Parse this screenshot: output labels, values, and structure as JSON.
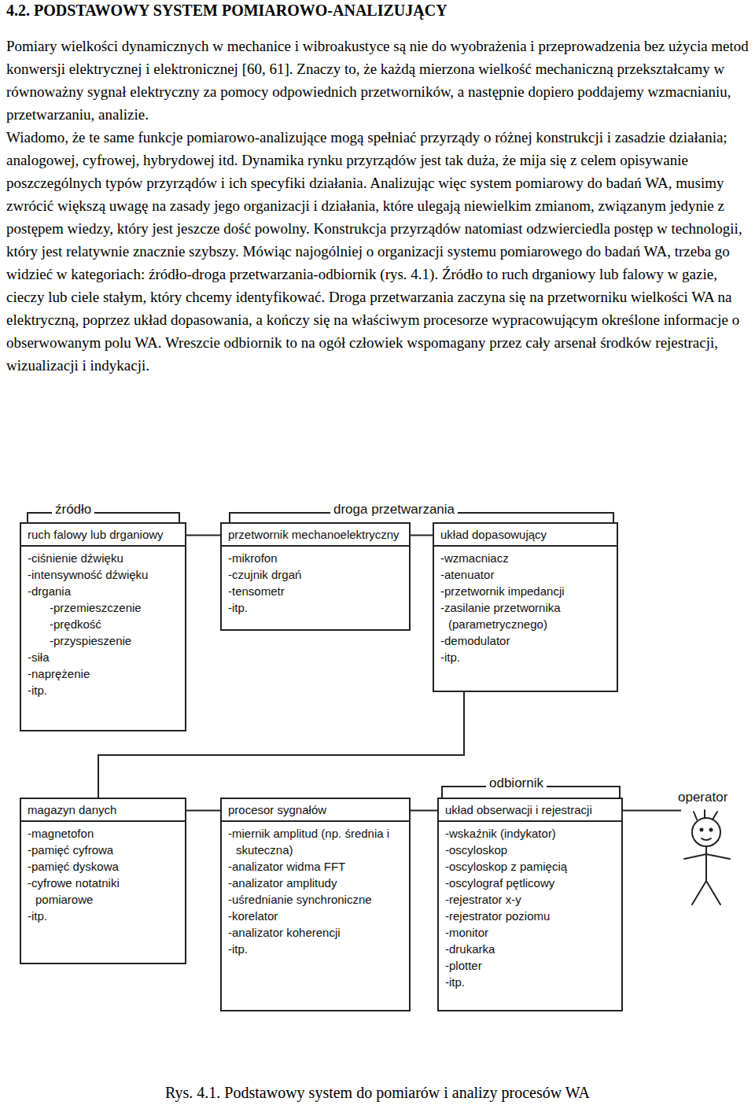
{
  "diagram": {
    "title": "4.2. PODSTAWOWY SYSTEM POMIAROWO-ANALIZUJĄCY",
    "caption": "Rys. 4.1. Podstawowy system do pomiarów i analizy procesów WA",
    "nodes": [
      {
        "text": [
          "ruch falowy lub drganiowy",
          "-ciśnienie dźwięku",
          "-intensywność dźwięku",
          "-drgania",
          "-przemieszczenie",
          "-prędkość",
          "-przyspieszenie",
          "-siła",
          "-naprężenie",
          "-itp."
        ]
      },
      {
        "text": [
          "przetwornik mechanoelektryczny",
          "-mikrofon",
          "-czujnik drgań",
          "-tensometr",
          "-itp."
        ]
      },
      {
        "text": [
          "układ dopasowujący",
          "-wzmacniacz",
          "-atenuator",
          "-przetwornik impedancji",
          "-zasilanie przetwornika (parametrycznego)",
          "-demodulator",
          "-itp."
        ]
      },
      {
        "text": [
          "magazyn danych",
          "-magnetofon",
          "-pamięć cyfrowa",
          "-pamięć dyskowa",
          "-cyfrowe notatniki pomiarowe",
          "-itp."
        ]
      },
      {
        "text": [
          "procesor sygnałów",
          "-miernik amplitud (np. średnia i skuteczna)",
          "-analizator widma FFT",
          "-analizator amplitudy",
          "-uśrednianie synchroniczne",
          "-korelator",
          "-analizator koherencji",
          "-itp."
        ]
      },
      {
        "text": [
          "układ obserwacji i rejestracji",
          "-wskaźnik (indykator)",
          "-oscyloskop",
          "-oscyloskop z pamięcią",
          "-oscylograf pętlicowy",
          "-rejestrator x-y",
          "-rejestrator poziomu",
          "-monitor",
          "-drukarka",
          "-plotter",
          "-itp."
        ]
      }
    ],
    "edges": [
      {
        "from": 0,
        "to": 1,
        "arrow": "none"
      },
      {
        "from": 1,
        "to": 2,
        "arrow": "none"
      },
      {
        "from": 2,
        "to": 3,
        "arrow": "none"
      },
      {
        "from": 3,
        "to": 4,
        "arrow": "none"
      },
      {
        "from": 4,
        "to": 5,
        "arrow": "none"
      }
    ],
    "labels": [
      "Pomiary wielkości dynamicznych w mechanice i wibroakustyce są nie do wyobrażenia i przeprowadzenia bez użycia metod konwersji elektrycznej i elektronicznej [60, 61]. Znaczy to, że każdą mierzona wielkość mechaniczną przekształcamy w równoważny sygnał elektryczny za pomocy odpowiednich przetworników, a następnie dopiero poddajemy wzmacnianiu, przetwarzaniu, analizie.",
      "Wiadomo, że te same funkcje pomiarowo-analizujące mogą spełniać przyrządy o różnej konstrukcji i zasadzie działania; analogowej, cyfrowej, hybrydowej itd. Dynamika rynku przyrządów jest tak duża, że mija się z celem opisywanie poszczególnych typów przyrządów i ich specyfiki działania. Analizując więc system pomiarowy do badań WA, musimy zwrócić większą uwagę na zasady jego organizacji i działania, które ulegają niewielkim zmianom, związanym jedynie z postępem wiedzy, który jest jeszcze dość powolny. Konstrukcja przyrządów natomiast odzwierciedla postęp w technologii, który jest relatywnie znacznie szybszy. Mówiąc najogólniej o organizacji systemu pomiarowego do badań WA, trzeba go widzieć w kategoriach: źródło-droga przetwarzania-odbiornik (rys. 4.1). Źródło to ruch drganiowy lub falowy w gazie, cieczy lub ciele stałym, który chcemy identyfikować. Droga przetwarzania zaczyna się na przetworniku wielkości WA na elektryczną, poprzez układ dopasowania, a kończy się na właściwym procesorze wypracowującym określone informacje o obserwowanym polu WA. Wreszcie odbiornik to na ogół człowiek wspomagany przez cały arsenał środków rejestracji, wizualizacji i indykacji.",
      "źródło",
      "droga przetwarzania",
      "odbiornik",
      "operator"
    ]
  }
}
